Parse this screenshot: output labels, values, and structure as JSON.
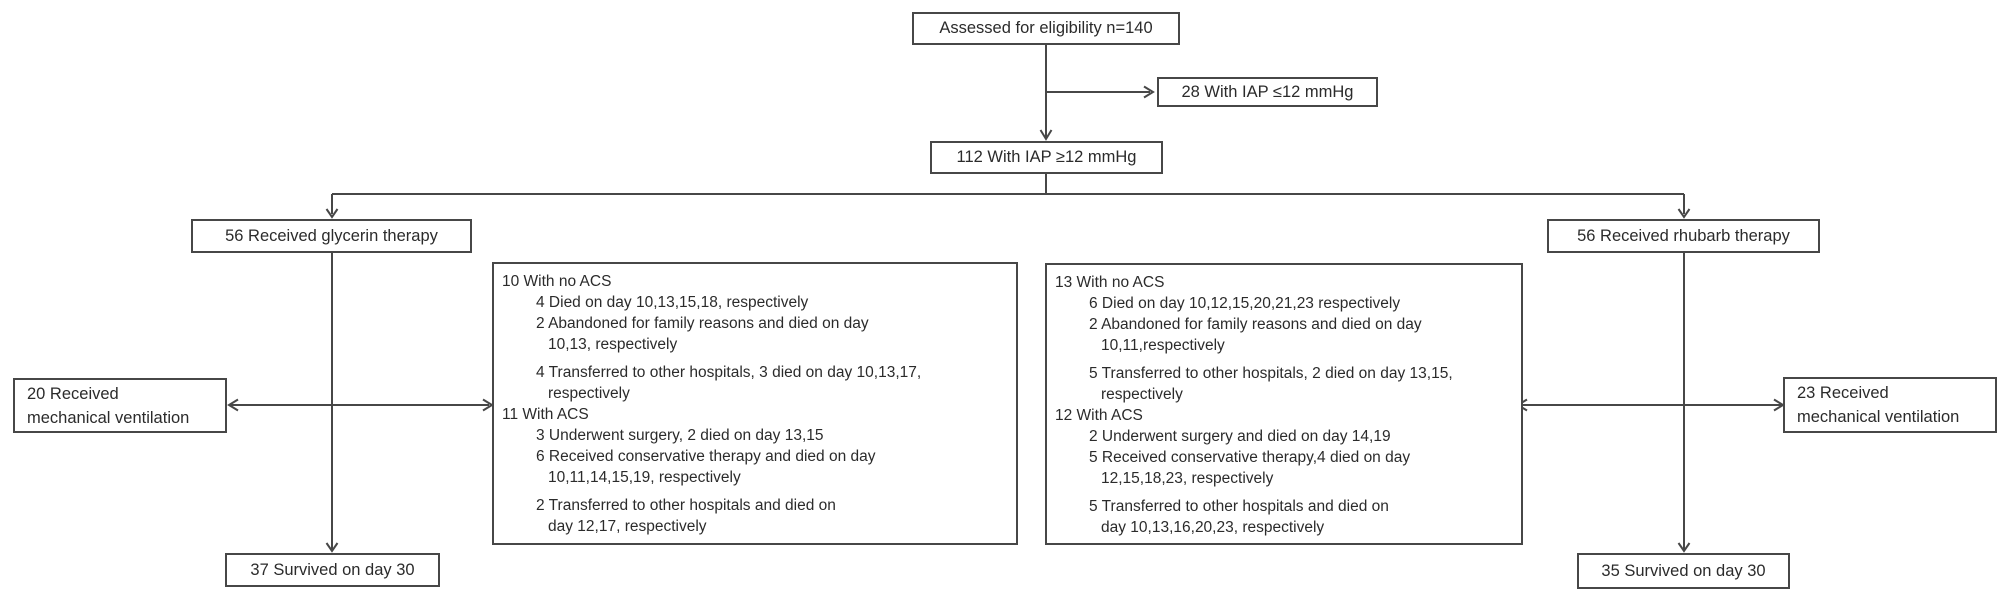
{
  "flow": {
    "assessed": "Assessed for eligibility n=140",
    "excluded": "28 With IAP ≤12 mmHg",
    "included": "112 With IAP ≥12 mmHg",
    "glycerin_arm": "56 Received glycerin therapy",
    "rhubarb_arm": "56 Received rhubarb therapy",
    "glycerin_ventilation": {
      "line1": "20 Received",
      "line2": "mechanical ventilation"
    },
    "rhubarb_ventilation": {
      "line1": "23 Received",
      "line2": "mechanical ventilation"
    },
    "glycerin_survived": "37 Survived on day 30",
    "rhubarb_survived": "35 Survived on day 30",
    "glycerin_outcomes": [
      {
        "text": "10 With no ACS",
        "indent": 0
      },
      {
        "text": "4 Died on day 10,13,15,18, respectively",
        "indent": 1
      },
      {
        "text": "2 Abandoned for family reasons and died on day",
        "indent": 1
      },
      {
        "text": "10,13, respectively",
        "indent": 2
      },
      {
        "text": "4 Transferred to other hospitals, 3 died on day 10,13,17,",
        "indent": 1,
        "gap": true
      },
      {
        "text": "respectively",
        "indent": 2
      },
      {
        "text": "11 With ACS",
        "indent": 0
      },
      {
        "text": "3 Underwent surgery, 2 died on day 13,15",
        "indent": 1
      },
      {
        "text": "6 Received conservative therapy and died on day",
        "indent": 1
      },
      {
        "text": "10,11,14,15,19, respectively",
        "indent": 2
      },
      {
        "text": "2 Transferred to other hospitals and died on",
        "indent": 1,
        "gap": true
      },
      {
        "text": "day 12,17, respectively",
        "indent": 2
      }
    ],
    "rhubarb_outcomes": [
      {
        "text": "13 With no ACS",
        "indent": 0
      },
      {
        "text": "6 Died on day 10,12,15,20,21,23 respectively",
        "indent": 1
      },
      {
        "text": "2 Abandoned for family reasons and died on day",
        "indent": 1
      },
      {
        "text": "10,11,respectively",
        "indent": 2
      },
      {
        "text": "5 Transferred to other hospitals, 2 died on day 13,15,",
        "indent": 1,
        "gap": true
      },
      {
        "text": "respectively",
        "indent": 2
      },
      {
        "text": "12 With ACS",
        "indent": 0
      },
      {
        "text": "2 Underwent surgery and died on day 14,19",
        "indent": 1
      },
      {
        "text": "5 Received conservative therapy,4 died on day",
        "indent": 1
      },
      {
        "text": "12,15,18,23, respectively",
        "indent": 2
      },
      {
        "text": "5 Transferred to other hospitals and died on",
        "indent": 1,
        "gap": true
      },
      {
        "text": "day 10,13,16,20,23, respectively",
        "indent": 2
      }
    ]
  },
  "colors": {
    "line": "#474747",
    "text": "#2b2b2b",
    "background": "#ffffff"
  }
}
